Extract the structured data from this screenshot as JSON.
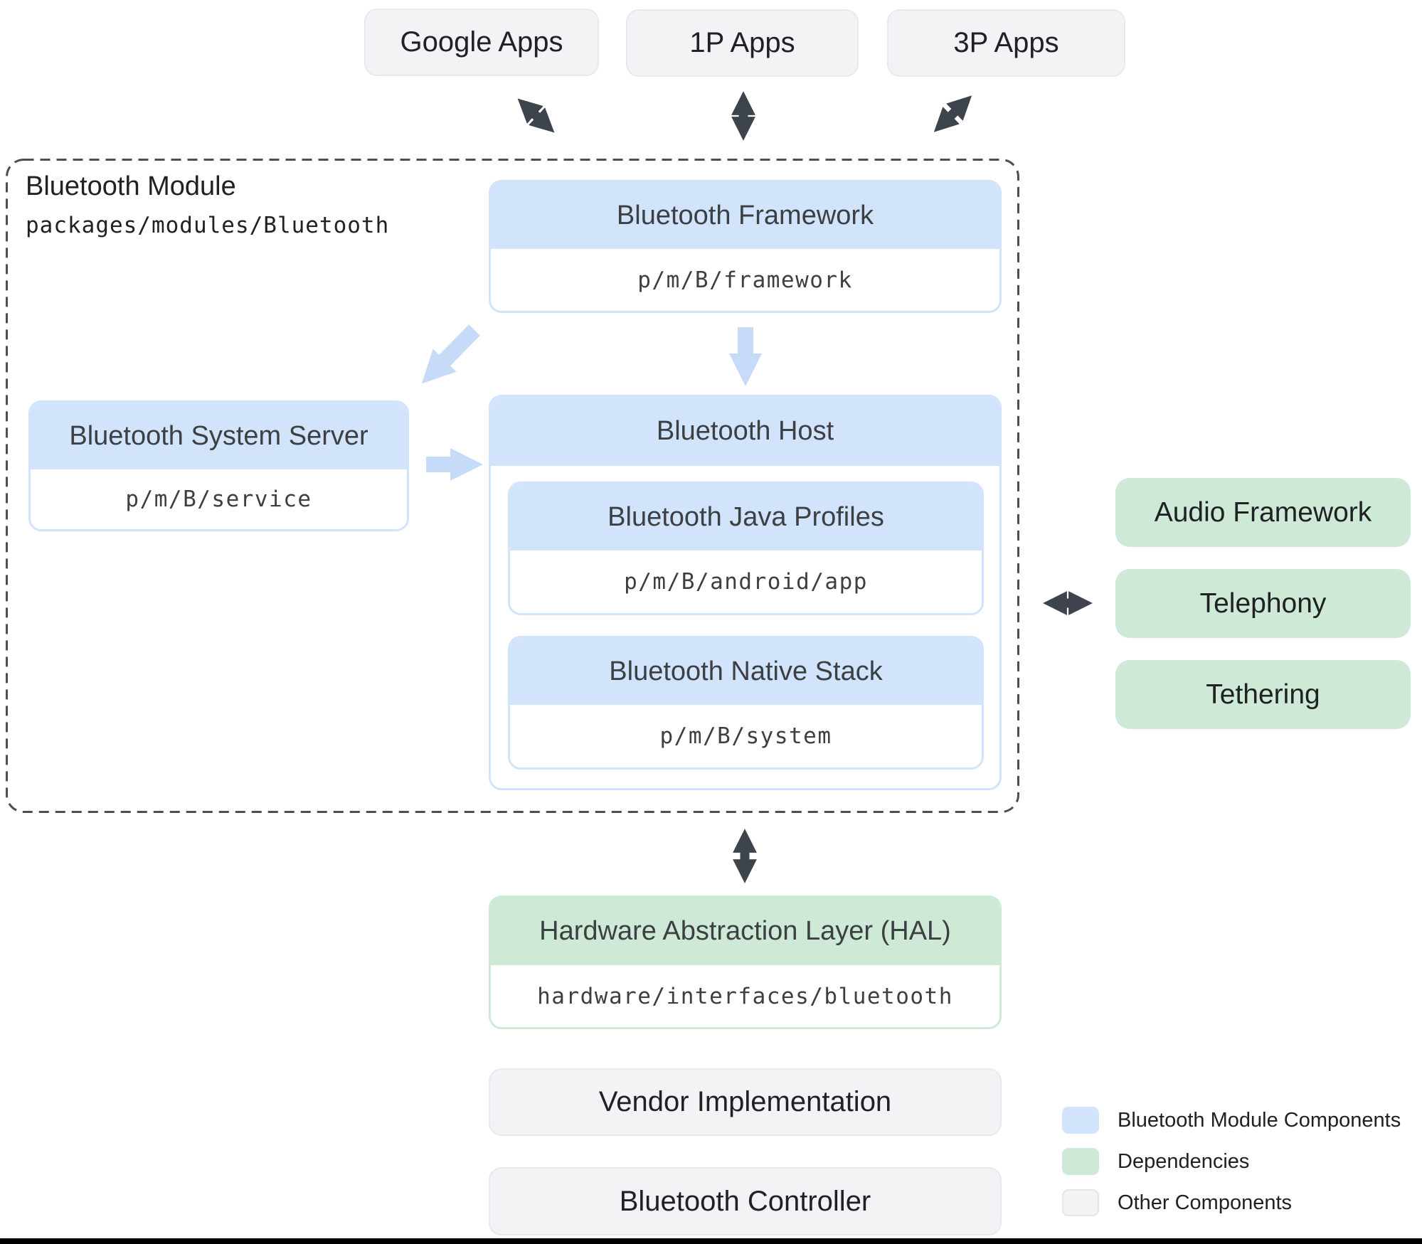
{
  "top_apps": [
    {
      "label": "Google Apps"
    },
    {
      "label": "1P Apps"
    },
    {
      "label": "3P Apps"
    }
  ],
  "module": {
    "title": "Bluetooth Module",
    "path": "packages/modules/Bluetooth",
    "framework": {
      "title": "Bluetooth Framework",
      "path": "p/m/B/framework"
    },
    "system_server": {
      "title": "Bluetooth System Server",
      "path": "p/m/B/service"
    },
    "host": {
      "title": "Bluetooth Host",
      "java_profiles": {
        "title": "Bluetooth Java Profiles",
        "path": "p/m/B/android/app"
      },
      "native_stack": {
        "title": "Bluetooth Native Stack",
        "path": "p/m/B/system"
      }
    }
  },
  "dependencies": [
    {
      "label": "Audio Framework"
    },
    {
      "label": "Telephony"
    },
    {
      "label": "Tethering"
    }
  ],
  "hal": {
    "title": "Hardware Abstraction Layer (HAL)",
    "path": "hardware/interfaces/bluetooth"
  },
  "other_components": [
    {
      "label": "Vendor Implementation"
    },
    {
      "label": "Bluetooth Controller"
    }
  ],
  "legend": [
    {
      "label": "Bluetooth Module Components",
      "color": "#d2e3fc",
      "border": "#d2e3fc"
    },
    {
      "label": "Dependencies",
      "color": "#ceead6",
      "border": "#ceead6"
    },
    {
      "label": "Other Components",
      "color": "#f1f3f4",
      "border": "#e3e6e8"
    }
  ],
  "colors": {
    "module_component": "#d2e3fc",
    "dependency": "#ceead6",
    "other_component": "#f1f3f4",
    "dark_arrow": "#3e444b",
    "light_arrow": "#c6dbf8"
  }
}
